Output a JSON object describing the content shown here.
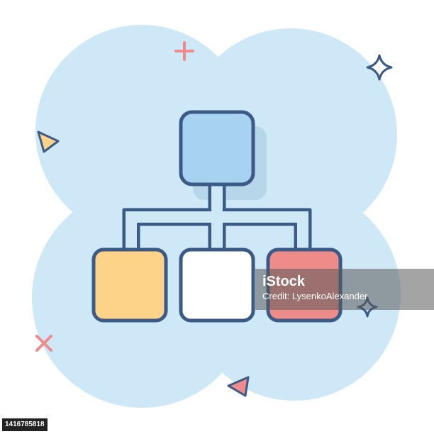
{
  "watermark": {
    "brand": "iStock",
    "credit": "Credit: LysenkoAlexander"
  },
  "footer": {
    "stock_id": "1416785818"
  },
  "colors": {
    "splash": "#cfe8f7",
    "outline": "#3b5a86",
    "top_node": "#a7d3f0",
    "left_node": "#fdd38a",
    "middle_node": "#ffffff",
    "right_node": "#ee8c8a",
    "shadow": "#b7d6ea",
    "accent_pink": "#ef8b8b",
    "accent_yellow": "#fdd38a"
  }
}
